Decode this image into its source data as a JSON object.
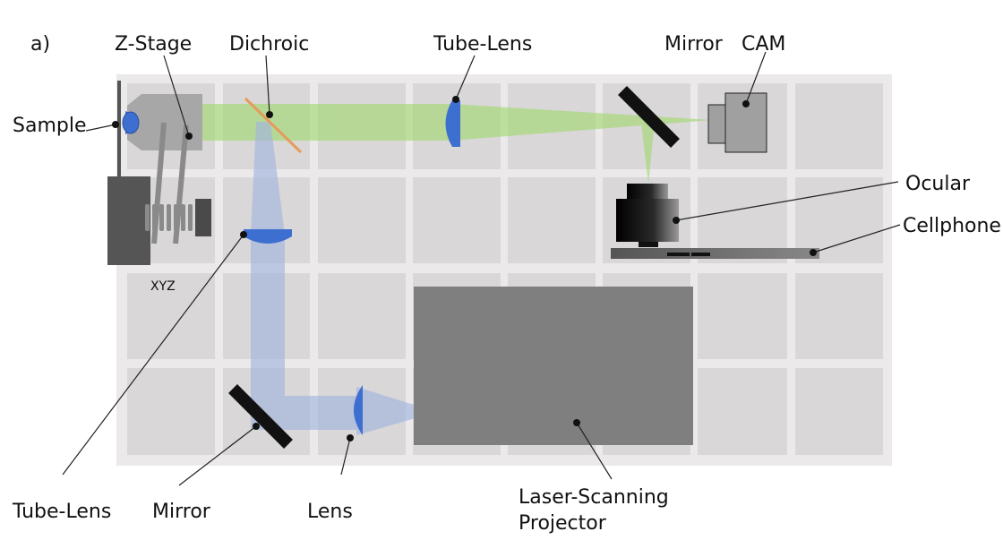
{
  "panel_label": "a)",
  "labels": {
    "z_stage": "Z-Stage",
    "dichroic": "Dichroic",
    "tube_lens_top": "Tube-Lens",
    "mirror_top": "Mirror",
    "cam": "CAM",
    "sample": "Sample",
    "ocular": "Ocular",
    "cellphone": "Cellphone",
    "xyz": "XYZ",
    "tube_lens_bottom": "Tube-Lens",
    "mirror_bottom": "Mirror",
    "lens": "Lens",
    "projector_line1": "Laser-Scanning",
    "projector_line2": "Projector"
  },
  "colors": {
    "table_frame": "#ebe9ea",
    "table_tile": "#d9d7d8",
    "green_beam": "#9fd86a",
    "blue_beam": "#9fb5e0",
    "optic_blue": "#3d6fd0",
    "dichroic": "#e8a060",
    "projector": "#7f7f7f",
    "mirror": "#111111"
  }
}
